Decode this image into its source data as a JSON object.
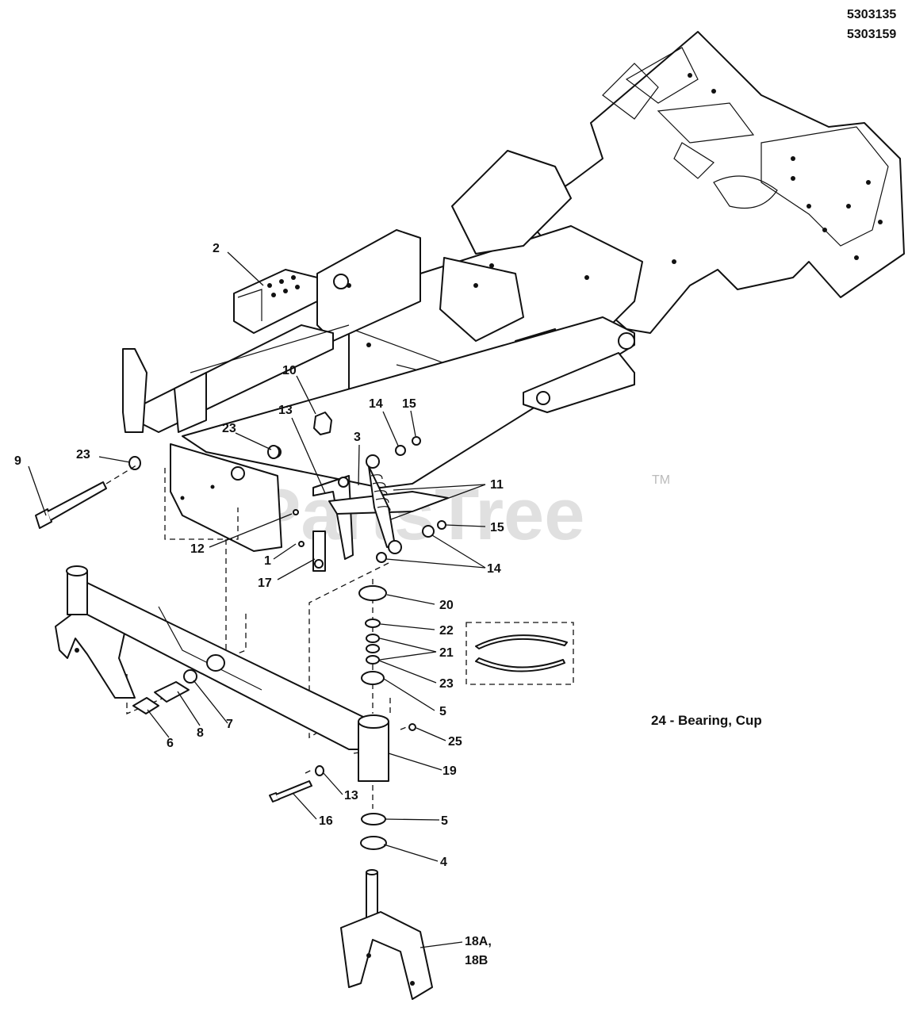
{
  "header": {
    "part_numbers": [
      "5303135",
      "5303159"
    ]
  },
  "watermark": {
    "text": "PartsTree",
    "trademark": "TM"
  },
  "note": {
    "text": "24 - Bearing, Cup"
  },
  "callouts": [
    {
      "id": "c2",
      "label": "2"
    },
    {
      "id": "c10",
      "label": "10"
    },
    {
      "id": "c13a",
      "label": "13"
    },
    {
      "id": "c3",
      "label": "3"
    },
    {
      "id": "c14a",
      "label": "14"
    },
    {
      "id": "c15a",
      "label": "15"
    },
    {
      "id": "c23a",
      "label": "23"
    },
    {
      "id": "c9",
      "label": "9"
    },
    {
      "id": "c23b",
      "label": "23"
    },
    {
      "id": "c11",
      "label": "11"
    },
    {
      "id": "c15b",
      "label": "15"
    },
    {
      "id": "c12",
      "label": "12"
    },
    {
      "id": "c1",
      "label": "1"
    },
    {
      "id": "c17",
      "label": "17"
    },
    {
      "id": "c14b",
      "label": "14"
    },
    {
      "id": "c20",
      "label": "20"
    },
    {
      "id": "c22",
      "label": "22"
    },
    {
      "id": "c21",
      "label": "21"
    },
    {
      "id": "c23c",
      "label": "23"
    },
    {
      "id": "c5a",
      "label": "5"
    },
    {
      "id": "c25",
      "label": "25"
    },
    {
      "id": "c19",
      "label": "19"
    },
    {
      "id": "c7",
      "label": "7"
    },
    {
      "id": "c8",
      "label": "8"
    },
    {
      "id": "c6",
      "label": "6"
    },
    {
      "id": "c13b",
      "label": "13"
    },
    {
      "id": "c16",
      "label": "16"
    },
    {
      "id": "c5b",
      "label": "5"
    },
    {
      "id": "c4",
      "label": "4"
    },
    {
      "id": "c18a",
      "label": "18A,"
    },
    {
      "id": "c18b",
      "label": "18B"
    }
  ]
}
